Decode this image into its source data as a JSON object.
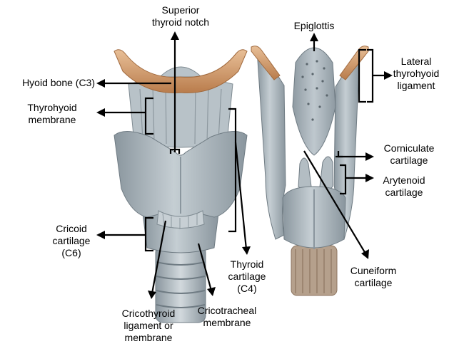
{
  "labels": {
    "superior_thyroid_notch": [
      "Superior",
      "thyroid notch"
    ],
    "hyoid_bone": [
      "Hyoid bone (C3)"
    ],
    "thyrohyoid_membrane": [
      "Thyrohyoid",
      "membrane"
    ],
    "cricoid_cartilage": [
      "Cricoid",
      "cartilage",
      "(C6)"
    ],
    "thyroid_cartilage": [
      "Thyroid",
      "cartilage",
      "(C4)"
    ],
    "cricothyroid_ligament": [
      "Cricothyroid",
      "ligament or",
      "membrane"
    ],
    "cricotracheal_membrane": [
      "Cricotracheal",
      "membrane"
    ],
    "epiglottis": [
      "Epiglottis"
    ],
    "lateral_thyrohyoid_ligament": [
      "Lateral",
      "thyrohyoid",
      "ligament"
    ],
    "corniculate_cartilage": [
      "Corniculate",
      "cartilage"
    ],
    "arytenoid_cartilage": [
      "Arytenoid",
      "cartilage"
    ],
    "cuneiform_cartilage": [
      "Cuneiform",
      "cartilage"
    ]
  },
  "colors": {
    "cartilage": "#a9b4bb",
    "cartilage_dark": "#7f8c94",
    "cartilage_light": "#cdd5da",
    "bone": "#d9a77a",
    "bone_dark": "#b87b4a",
    "line": "#000000"
  }
}
